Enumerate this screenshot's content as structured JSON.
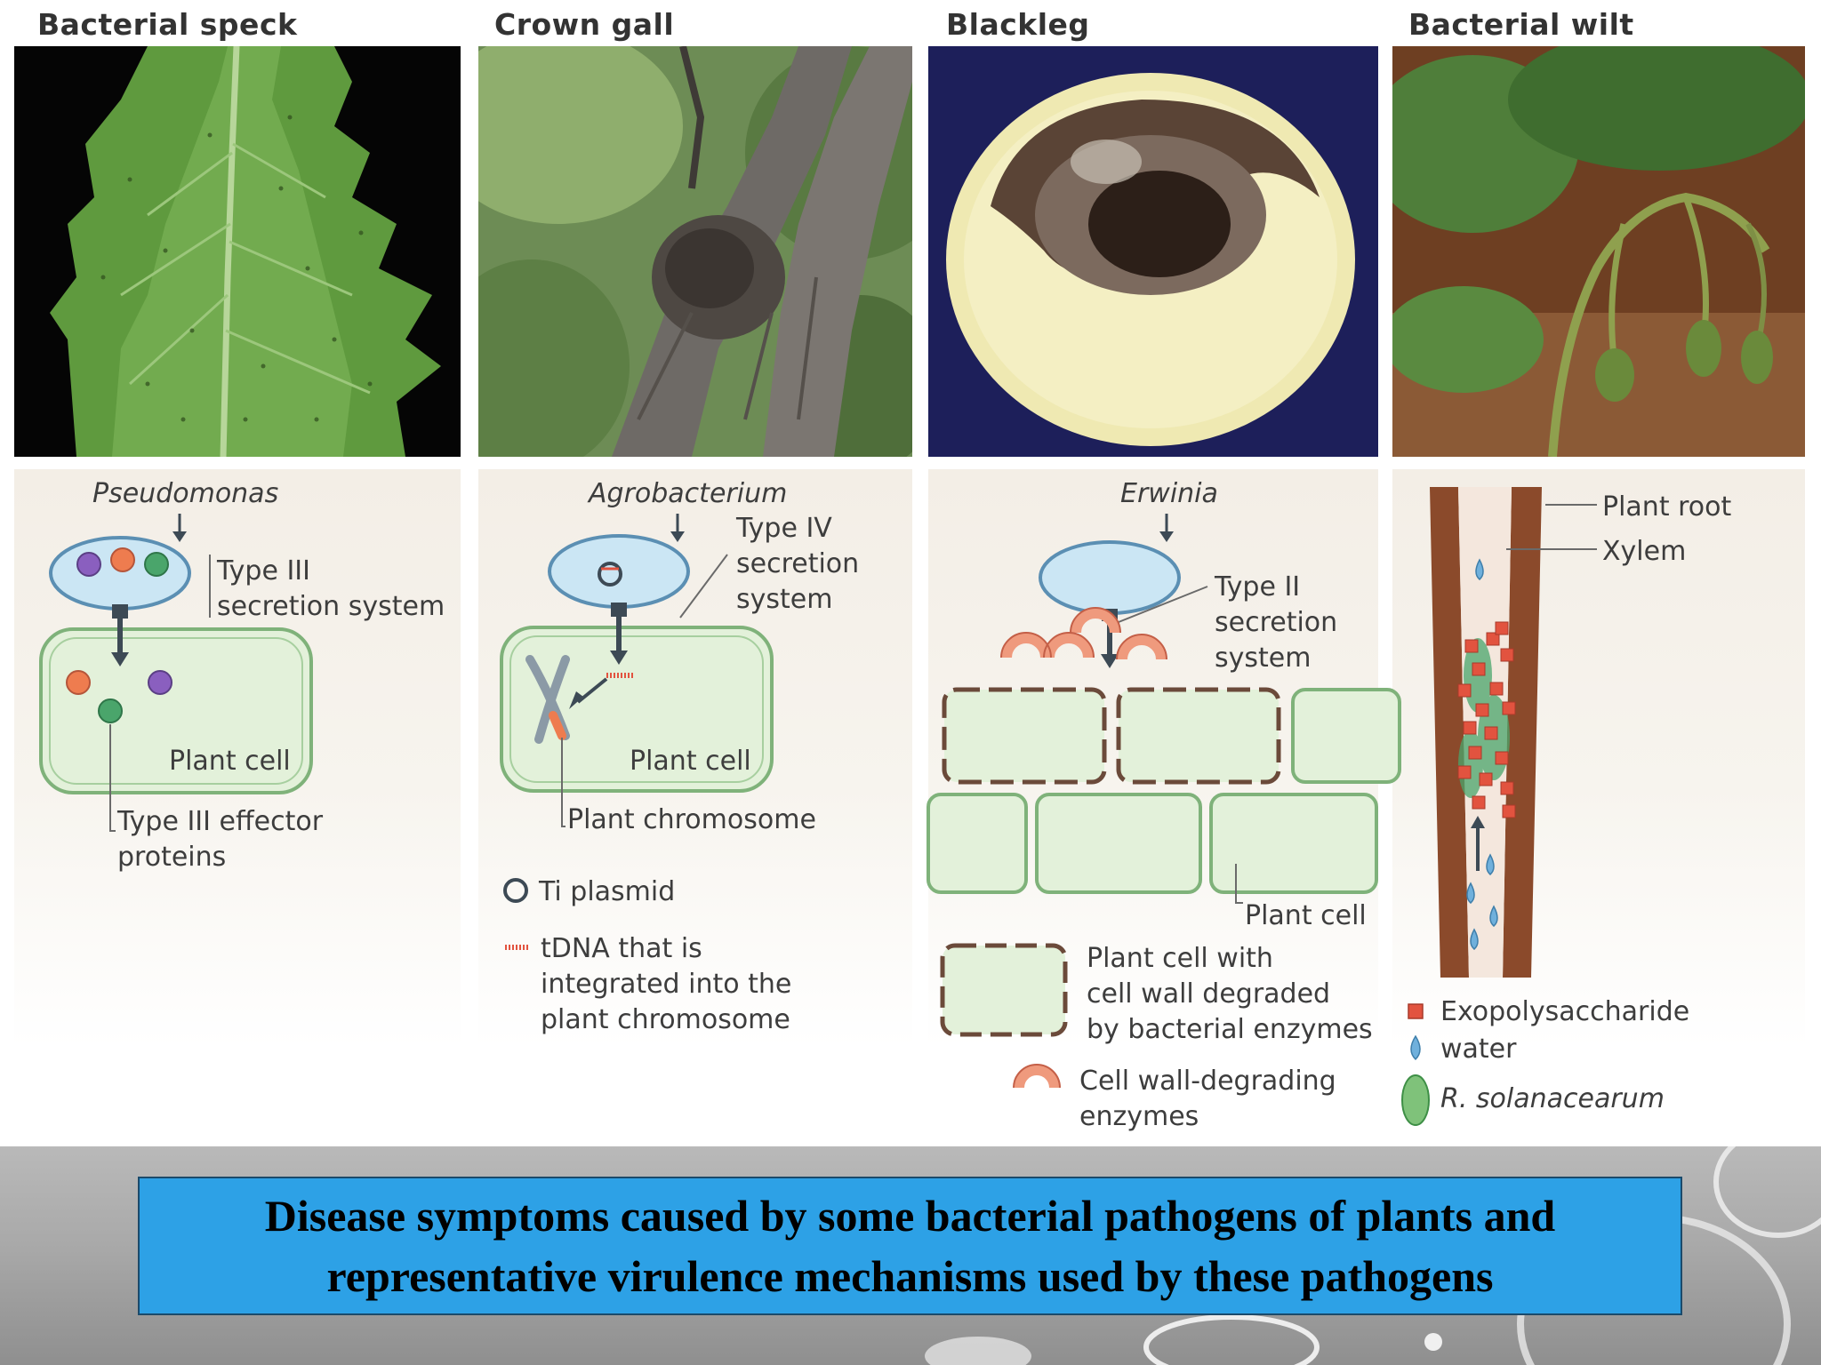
{
  "panels": [
    {
      "title": "Bacterial speck",
      "organism": "Pseudomonas",
      "labels": {
        "secretion_line1": "Type III",
        "secretion_line2": "secretion system",
        "cell": "Plant cell",
        "effector_line1": "Type III effector",
        "effector_line2": "proteins"
      }
    },
    {
      "title": "Crown gall",
      "organism": "Agrobacterium",
      "labels": {
        "secretion_line1": "Type IV",
        "secretion_line2": "secretion",
        "secretion_line3": "system",
        "cell": "Plant cell",
        "chromosome": "Plant chromosome",
        "legend_plasmid": "Ti plasmid",
        "legend_tdna_line1": "tDNA that is",
        "legend_tdna_line2": "integrated into the",
        "legend_tdna_line3": "plant chromosome"
      }
    },
    {
      "title": "Blackleg",
      "organism": "Erwinia",
      "labels": {
        "secretion_line1": "Type II",
        "secretion_line2": "secretion",
        "secretion_line3": "system",
        "cell": "Plant cell",
        "legend_degraded_line1": "Plant cell with",
        "legend_degraded_line2": "cell wall degraded",
        "legend_degraded_line3": "by bacterial enzymes",
        "legend_enzyme_line1": "Cell wall-degrading",
        "legend_enzyme_line2": "enzymes"
      }
    },
    {
      "title": "Bacterial wilt",
      "labels": {
        "root": "Plant root",
        "xylem": "Xylem",
        "legend_eps": "Exopolysaccharide",
        "legend_water": "water",
        "legend_bacterium": "R. solanacearum"
      }
    }
  ],
  "caption": {
    "line1": "Disease symptoms caused by some bacterial pathogens of plants and",
    "line2": "representative virulence mechanisms used by these pathogens"
  },
  "colors": {
    "cell_fill": "#e3f1da",
    "cell_border": "#7fb27a",
    "bacterium_fill": "#cbe6f4",
    "bacterium_border": "#5b8fb3",
    "effector_purple": "#8a5fbf",
    "effector_orange": "#ee7c4f",
    "effector_green": "#4aa56b",
    "eps_red": "#e2533f",
    "water_blue": "#6fb0dc",
    "root_brown": "#8b4a2b",
    "enzyme_salmon": "#ef9a7d",
    "caption_box": "#2da1e6"
  }
}
